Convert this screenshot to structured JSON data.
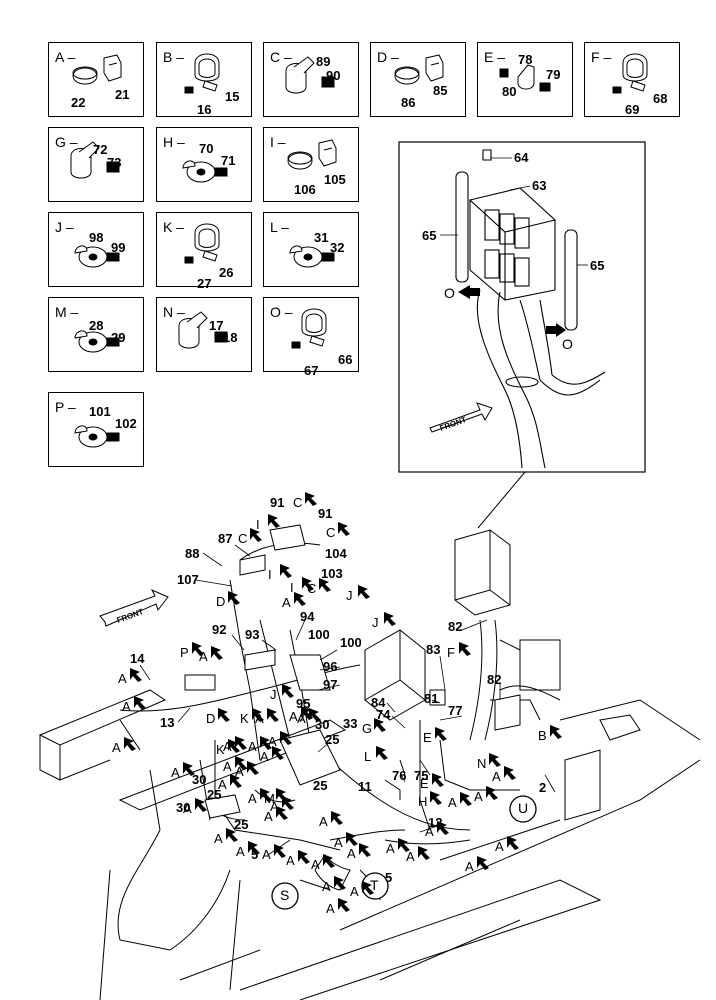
{
  "detail_boxes": [
    {
      "id": "A",
      "label": "A –",
      "parts": [
        "21",
        "22"
      ]
    },
    {
      "id": "B",
      "label": "B –",
      "parts": [
        "15",
        "16"
      ]
    },
    {
      "id": "C",
      "label": "C –",
      "parts": [
        "89",
        "90"
      ]
    },
    {
      "id": "D",
      "label": "D –",
      "parts": [
        "85",
        "86"
      ]
    },
    {
      "id": "E",
      "label": "E –",
      "parts": [
        "78",
        "79",
        "80"
      ]
    },
    {
      "id": "F",
      "label": "F –",
      "parts": [
        "68",
        "69"
      ]
    },
    {
      "id": "G",
      "label": "G –",
      "parts": [
        "72",
        "73"
      ]
    },
    {
      "id": "H",
      "label": "H –",
      "parts": [
        "70",
        "71"
      ]
    },
    {
      "id": "I",
      "label": "I –",
      "parts": [
        "105",
        "106"
      ]
    },
    {
      "id": "J",
      "label": "J –",
      "parts": [
        "98",
        "99"
      ]
    },
    {
      "id": "K",
      "label": "K –",
      "parts": [
        "26",
        "27"
      ]
    },
    {
      "id": "L",
      "label": "L –",
      "parts": [
        "31",
        "32"
      ]
    },
    {
      "id": "M",
      "label": "M –",
      "parts": [
        "28",
        "29"
      ]
    },
    {
      "id": "N",
      "label": "N –",
      "parts": [
        "17",
        "18"
      ]
    },
    {
      "id": "O",
      "label": "O –",
      "parts": [
        "66",
        "67"
      ]
    },
    {
      "id": "P",
      "label": "P –",
      "parts": [
        "101",
        "102"
      ]
    }
  ],
  "inset": {
    "parts": [
      "64",
      "63",
      "65",
      "65"
    ],
    "clamp_letters": [
      "O",
      "O"
    ],
    "front_label": "FRONT"
  },
  "main": {
    "front_label": "FRONT",
    "part_numbers": [
      "91",
      "91",
      "88",
      "87",
      "104",
      "103",
      "107",
      "94",
      "100",
      "100",
      "92",
      "93",
      "96",
      "97",
      "14",
      "13",
      "95",
      "30",
      "25",
      "33",
      "11",
      "12",
      "5",
      "5",
      "30",
      "25",
      "30",
      "25",
      "83",
      "82",
      "82",
      "84",
      "81",
      "77",
      "74",
      "76",
      "75",
      "2",
      "25"
    ],
    "letter_callouts": [
      "C",
      "C",
      "I",
      "C",
      "I",
      "I",
      "C",
      "D",
      "A",
      "J",
      "J",
      "A",
      "P",
      "A",
      "A",
      "A",
      "D",
      "K",
      "A",
      "A",
      "A",
      "A",
      "G",
      "L",
      "E",
      "H",
      "N",
      "A",
      "B",
      "F",
      "E",
      "A",
      "A",
      "A",
      "A",
      "A",
      "A",
      "A",
      "A",
      "A",
      "A",
      "A",
      "A",
      "A",
      "A",
      "A",
      "M",
      "A",
      "A",
      "A",
      "A",
      "A",
      "A",
      "A",
      "A",
      "A",
      "A",
      "A",
      "J",
      "A",
      "A",
      "A",
      "K"
    ],
    "circle_labels": [
      "S",
      "T",
      "U"
    ]
  }
}
